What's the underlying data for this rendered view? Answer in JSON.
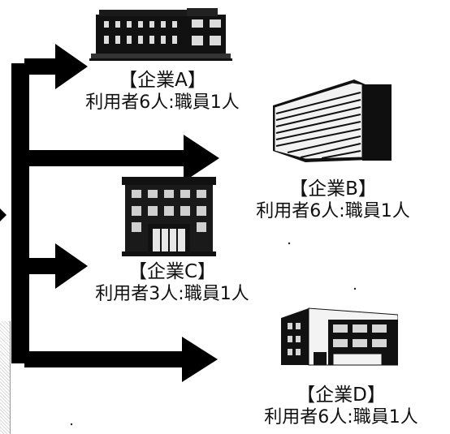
{
  "companies": [
    {
      "title": "【企業A】",
      "ratio": "利用者6人:職員1人"
    },
    {
      "title": "【企業B】",
      "ratio": "利用者6人:職員1人"
    },
    {
      "title": "【企業C】",
      "ratio": "利用者3人:職員1人"
    },
    {
      "title": "【企業D】",
      "ratio": "利用者6人:職員1人"
    }
  ],
  "icons": {
    "a": "building-icon",
    "b": "office-tower-icon",
    "c": "historic-building-icon",
    "d": "apartment-building-icon"
  },
  "colors": {
    "line": "#000000",
    "text": "#111111",
    "background": "#ffffff"
  }
}
